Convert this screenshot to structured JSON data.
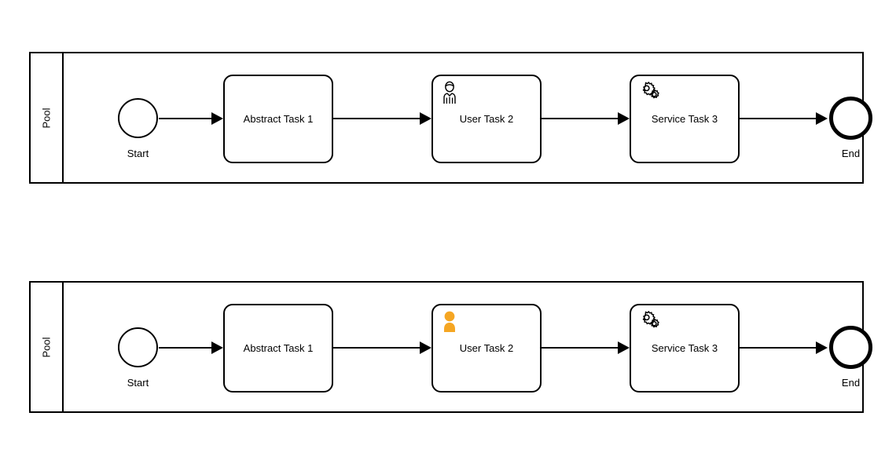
{
  "diagram": {
    "type": "bpmn-process",
    "pools": [
      {
        "label": "Pool",
        "user_task_icon": "user-outline-icon",
        "nodes": [
          {
            "kind": "start-event",
            "label": "Start",
            "icon": "start-event-circle"
          },
          {
            "kind": "task",
            "label": "Abstract Task 1",
            "icon": "none"
          },
          {
            "kind": "task",
            "label": "User Task 2",
            "icon": "user-outline-icon"
          },
          {
            "kind": "task",
            "label": "Service Task 3",
            "icon": "gears-icon"
          },
          {
            "kind": "end-event",
            "label": "End",
            "icon": "end-event-circle"
          }
        ]
      },
      {
        "label": "Pool",
        "user_task_icon": "user-filled-icon",
        "nodes": [
          {
            "kind": "start-event",
            "label": "Start",
            "icon": "start-event-circle"
          },
          {
            "kind": "task",
            "label": "Abstract Task 1",
            "icon": "none"
          },
          {
            "kind": "task",
            "label": "User Task 2",
            "icon": "user-filled-icon"
          },
          {
            "kind": "task",
            "label": "Service Task 3",
            "icon": "gears-icon"
          },
          {
            "kind": "end-event",
            "label": "End",
            "icon": "end-event-circle"
          }
        ]
      }
    ],
    "colors": {
      "stroke": "#000000",
      "fill": "#ffffff",
      "text": "#000000",
      "user_icon_highlight": "#F5A623"
    }
  }
}
